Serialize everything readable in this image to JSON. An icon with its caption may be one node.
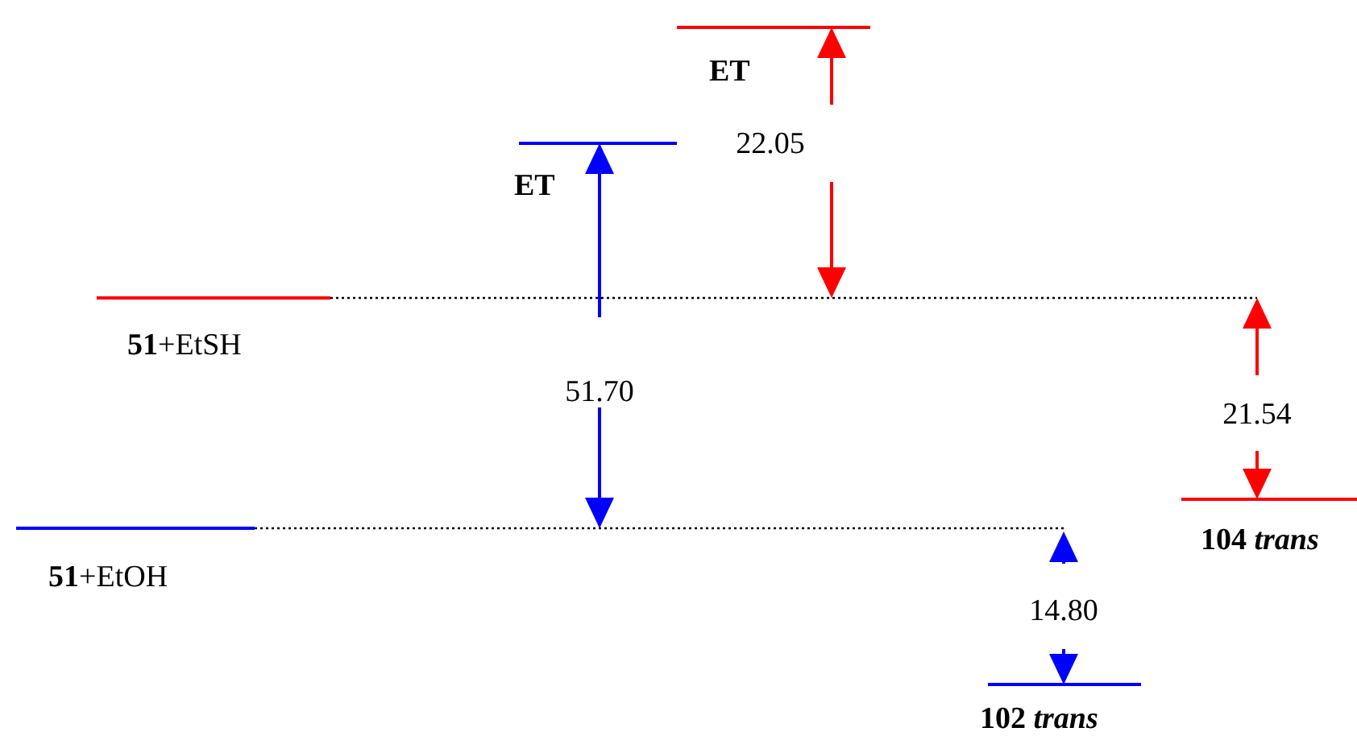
{
  "diagram": {
    "nodes": [
      {
        "text": [
          "ET"
        ]
      },
      {
        "text": [
          "ET"
        ]
      },
      {
        "text": [
          "**51**+EtSH"
        ]
      },
      {
        "text": [
          "**51**+EtOH"
        ]
      },
      {
        "text": [
          "104 *trans*"
        ]
      },
      {
        "text": [
          "102 *trans*"
        ]
      }
    ],
    "labels": [
      "22.05",
      "51.70",
      "21.54",
      "14.80"
    ]
  }
}
